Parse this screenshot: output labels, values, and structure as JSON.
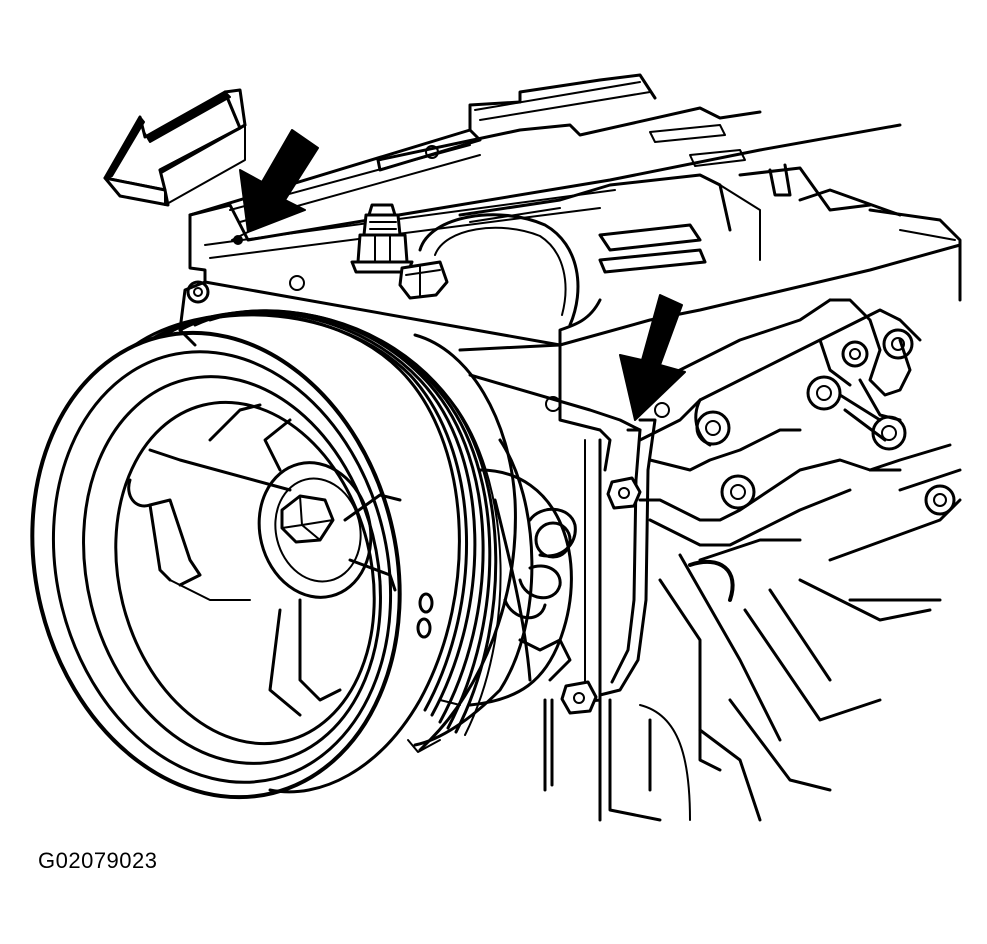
{
  "figure": {
    "id_label": "G02079023",
    "colors": {
      "line": "#000000",
      "background": "#ffffff"
    },
    "callouts": [
      {
        "name": "direction-arrow",
        "style": "outlined-3d"
      },
      {
        "name": "pointer-arrow-left",
        "style": "solid"
      },
      {
        "name": "pointer-arrow-right",
        "style": "solid"
      }
    ]
  }
}
